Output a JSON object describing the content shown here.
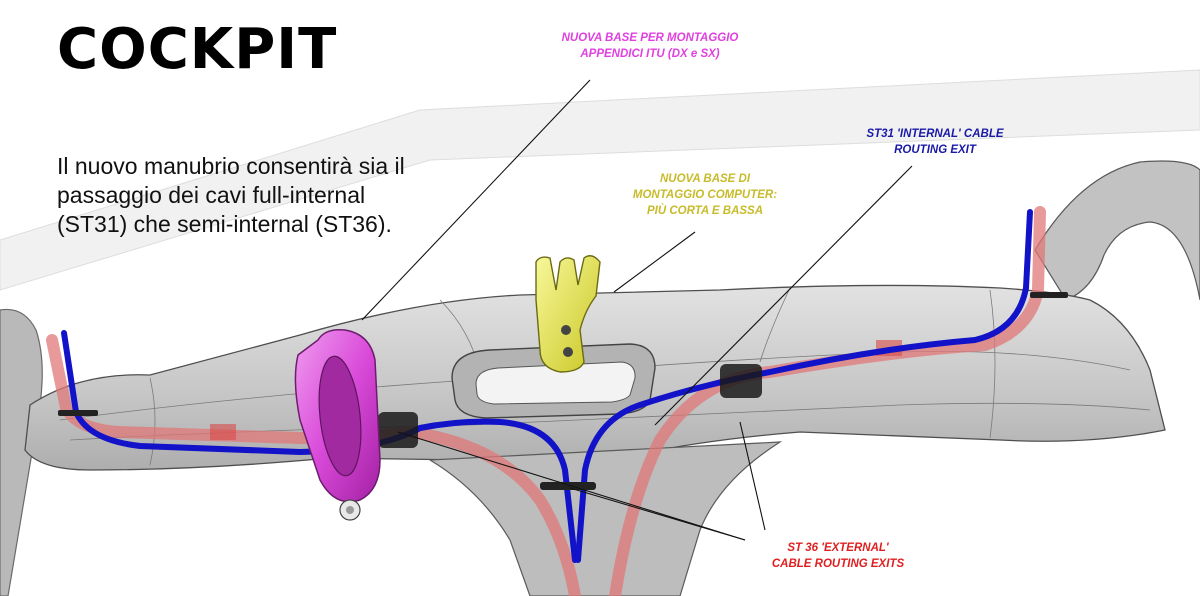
{
  "title": "COCKPIT",
  "intro": {
    "line1": "Il nuovo manubrio consentirà sia il",
    "line2": "passaggio dei cavi full-internal",
    "line3": "(ST31) che semi-internal (ST36)."
  },
  "labels": {
    "itu_mount": {
      "line1": "NUOVA BASE PER MONTAGGIO",
      "line2": "APPENDICI ITU (DX e SX)",
      "color": "#e040e0"
    },
    "computer_mount": {
      "line1": "NUOVA BASE DI",
      "line2": "MONTAGGIO COMPUTER:",
      "line3": "PIÙ CORTA E BASSA",
      "color": "#c8bb2a"
    },
    "internal_exit": {
      "line1": "ST31  'INTERNAL' CABLE",
      "line2": "ROUTING EXIT",
      "color": "#1a1aa8"
    },
    "external_exits": {
      "line1": "ST 36 'EXTERNAL'",
      "line2": "CABLE ROUTING EXITS",
      "color": "#e02020"
    }
  },
  "colors": {
    "handlebar": "#c4c4c4",
    "internal_cable": "#1212c8",
    "external_cable": "#e07878",
    "itu_clamp": "#d84ad8",
    "computer_mount": "#dede38"
  }
}
